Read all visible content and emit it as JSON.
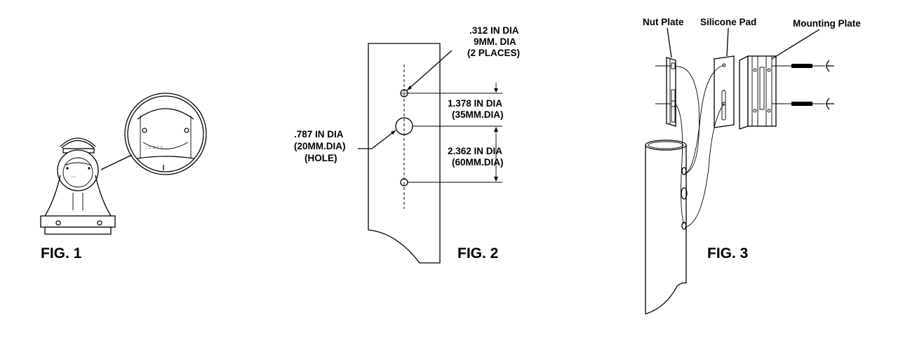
{
  "figures": {
    "fig1": {
      "caption": "FIG. 1"
    },
    "fig2": {
      "caption": "FIG. 2",
      "small_hole": {
        "line1": ".312 IN DIA",
        "line2": "9MM. DIA",
        "line3": "(2 PLACES)"
      },
      "large_hole": {
        "line1": ".787 IN DIA",
        "line2": "(20MM.DIA)",
        "line3": "(HOLE)"
      },
      "upper_spacing": {
        "line1": "1.378 IN DIA",
        "line2": "(35MM.DIA)"
      },
      "lower_spacing": {
        "line1": "2.362 IN DIA",
        "line2": "(60MM.DIA)"
      }
    },
    "fig3": {
      "caption": "FIG. 3",
      "labels": {
        "nut_plate": "Nut Plate",
        "silicone_pad": "Silicone Pad",
        "mounting_plate": "Mounting Plate"
      }
    }
  }
}
